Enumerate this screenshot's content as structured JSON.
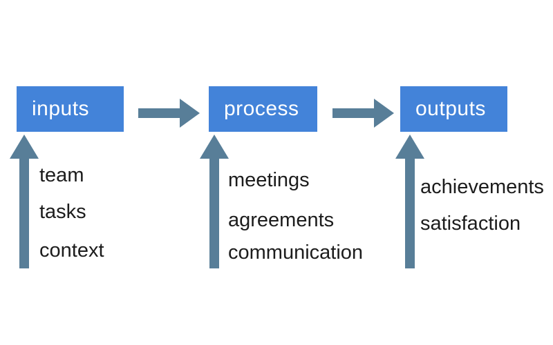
{
  "diagram": {
    "type": "flow",
    "columns": [
      {
        "box_label": "inputs",
        "items": [
          "team",
          "tasks",
          "context"
        ]
      },
      {
        "box_label": "process",
        "items": [
          "meetings",
          "agreements",
          "communication"
        ]
      },
      {
        "box_label": "outputs",
        "items": [
          "achievements",
          "satisfaction"
        ]
      }
    ],
    "connectors": {
      "horizontal": [
        "inputs-to-process",
        "process-to-outputs"
      ],
      "vertical": [
        "items-to-inputs",
        "items-to-process",
        "items-to-outputs"
      ]
    },
    "icons": {
      "right_arrow": "arrow-right-icon",
      "up_arrow": "arrow-up-icon"
    }
  },
  "colors": {
    "box_fill": "#4383d9",
    "box_text": "#ffffff",
    "arrow": "#587e98",
    "text": "#1c1c1c",
    "background": "#ffffff"
  }
}
